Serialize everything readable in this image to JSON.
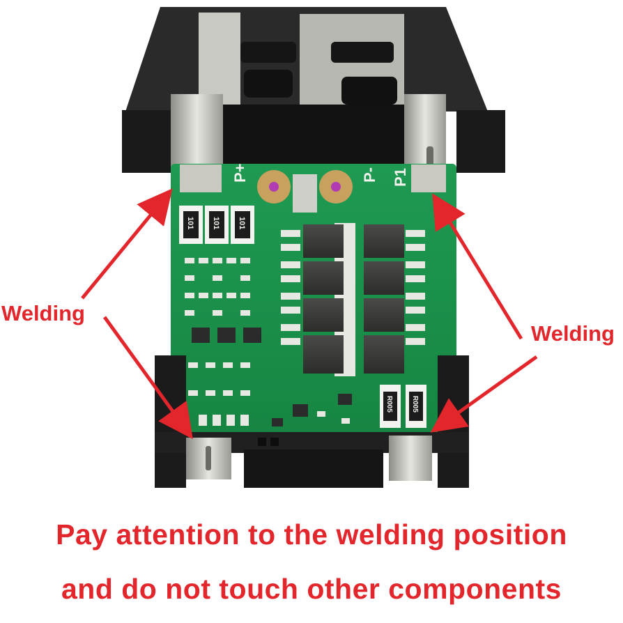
{
  "photo": {
    "board_markings": {
      "pad_plus": "P+",
      "pad_minus": "P-",
      "pad_p1": "P1",
      "resistor_small": "101",
      "resistor_shunt": "R005"
    }
  },
  "annotations": {
    "left_label": "Welding",
    "right_label": "Welding",
    "arrow_color": "#e3262b"
  },
  "caption": {
    "line1": "Pay attention to the welding position",
    "line2": "and do not touch other components"
  }
}
